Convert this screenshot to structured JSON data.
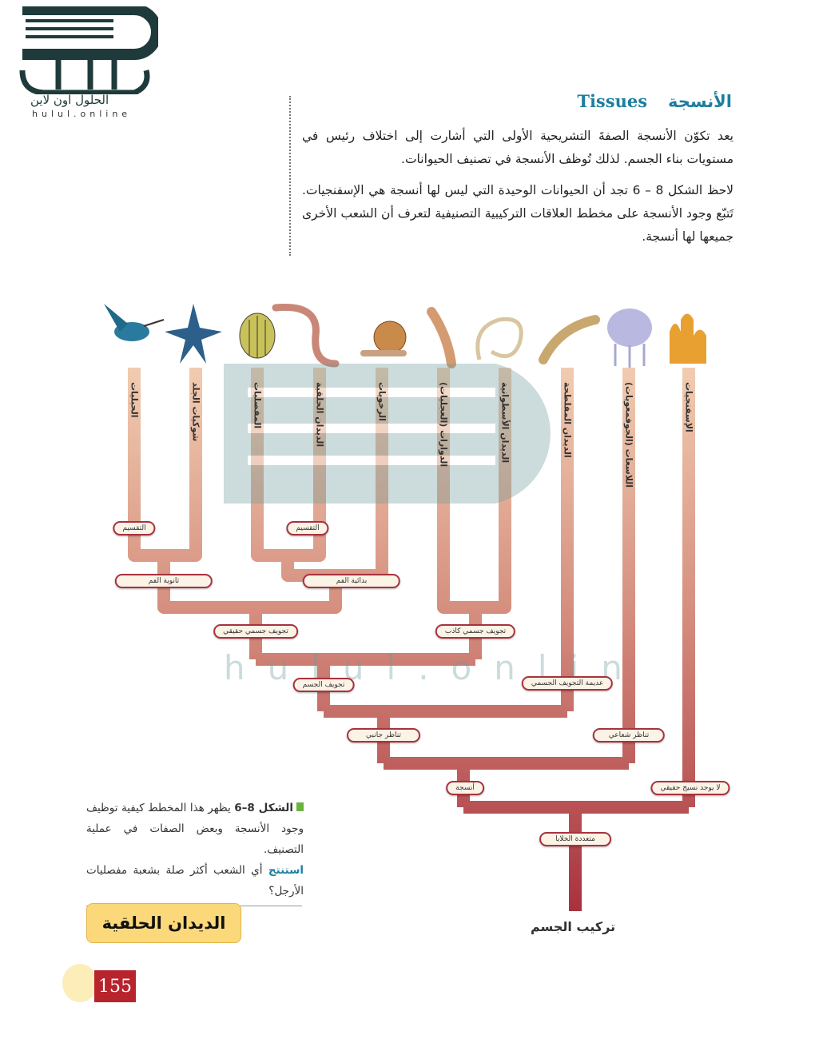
{
  "logo": {
    "brand_ar": "الحلول اون لاين",
    "brand_en": "hulul.online"
  },
  "section": {
    "title_ar": "الأنسجة",
    "title_en": "Tissues"
  },
  "paragraphs": [
    "يعد تكوّن الأنسجة الصفةَ التشريحية الأولى التي أشارت إلى اختلاف رئيس في مستويات بناء الجسم. لذلك تُوظف الأنسجة في تصنيف الحيوانات.",
    "لاحظ الشكل 8 – 6 تجد أن الحيوانات الوحيدة التي ليس لها أنسجة هي الإسفنجيات. تَتبّع وجود الأنسجة على مخطط العلاقات التركيبية التصنيفية لتعرف أن الشعب الأخرى جميعها لها أنسجة."
  ],
  "phyla": [
    "الحبليات",
    "شوكيات الجلد",
    "المفصليات",
    "الديدان الحلقية",
    "الرخويات",
    "الدوارات (العجليات)",
    "الديدان الأسطوانية",
    "الديدان المفلطحة",
    "اللاسعات (الجوفمعويات)",
    "الإسفنجيات"
  ],
  "nodes": {
    "seg1": "التقسيم",
    "seg2": "التقسيم",
    "deutero": "ثانوية الفم",
    "proto": "بدائية الفم",
    "true_coelom": "تجويف جسمي حقيقي",
    "pseudo_coelom": "تجويف جسمي كاذب",
    "coelom": "تجويف الجسم",
    "acoelom": "عديمة التجويف الجسمي",
    "bilateral": "تناظر جانبي",
    "radial": "تناظر شعاعي",
    "tissues": "أنسجة",
    "no_tissue": "لا يوجد نسيج حقيقي",
    "multicellular": "متعددة الخلايا"
  },
  "body_label": "تركيب الجسم",
  "caption": {
    "figure": "الشكل 8–6",
    "text": "يظهر هذا المخطط كيفية توظيف وجود الأنسجة وبعض الصفات في عملية التصنيف.",
    "infer_label": "استنتج",
    "question": "أي الشعب أكثر صلة بشعبة مفصليات الأرجل؟"
  },
  "answer": "الديدان الحلقية",
  "page_number": "155",
  "colors": {
    "accent": "#1d7fa0",
    "branch_top": "#eec4a4",
    "branch_bottom": "#a8323f",
    "answer_bg": "#fbd97a",
    "page_badge": "#b7242c"
  }
}
